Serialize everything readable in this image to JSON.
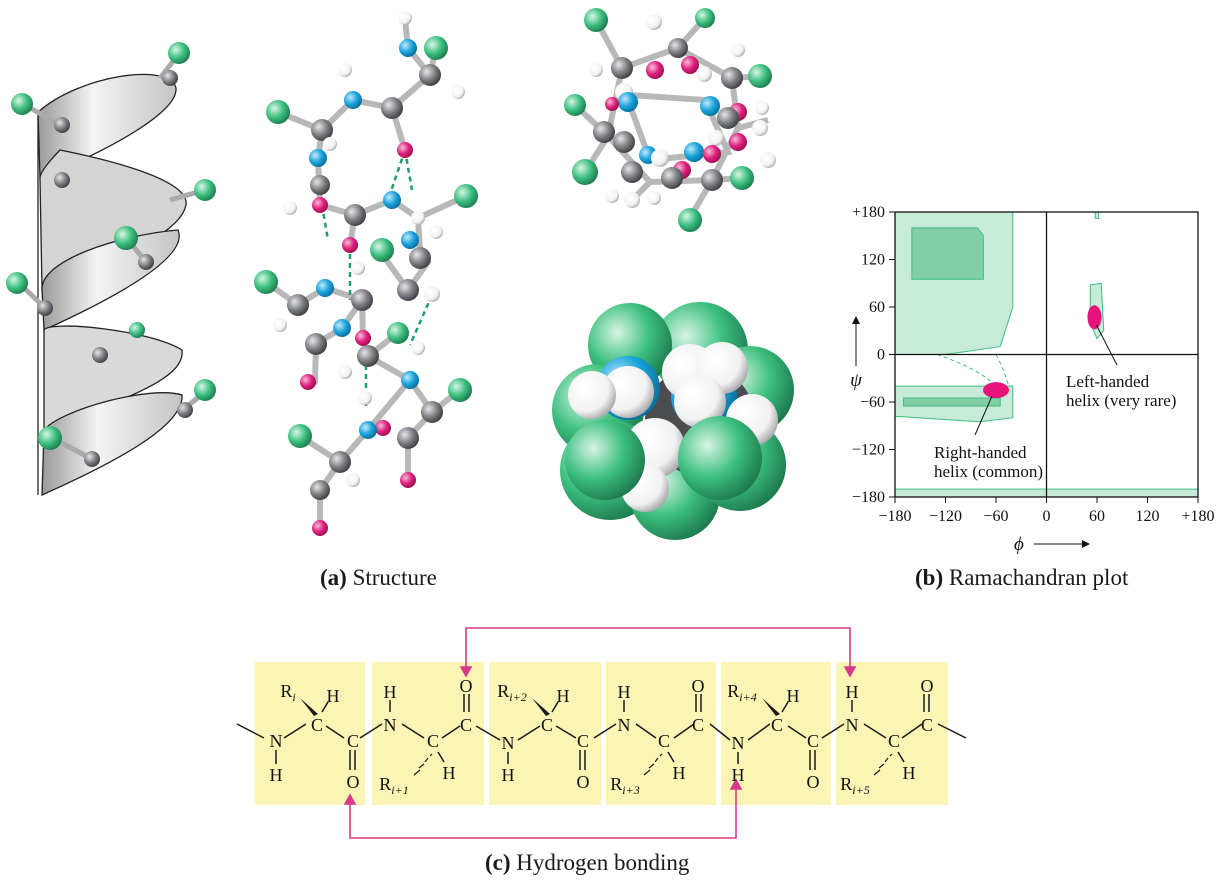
{
  "colors": {
    "carbon": "#7a7c80",
    "nitrogen": "#1aa3dc",
    "oxygen": "#e0207f",
    "hydrogen": "#ffffff",
    "side_chain": "#3cbf7f",
    "region_light": "#c8ead8",
    "region_dark": "#82cfa6",
    "helix_spot": "#e8127c",
    "unit_box": "#fbf5b5",
    "arrow": "#d63b8a"
  },
  "captions": {
    "a_letter": "(a)",
    "a_text": "Structure",
    "b_letter": "(b)",
    "b_text": "Ramachandran plot",
    "c_letter": "(c)",
    "c_text": "Hydrogen bonding"
  },
  "chart_data": {
    "type": "scatter",
    "title": "",
    "xlabel": "ϕ",
    "ylabel": "ψ",
    "xlim": [
      -180,
      180
    ],
    "ylim": [
      -180,
      180
    ],
    "x_ticks": [
      "−180",
      "−120",
      "−60",
      "0",
      "60",
      "120",
      "+180"
    ],
    "y_ticks": [
      "+180",
      "120",
      "60",
      "0",
      "−60",
      "−120",
      "−180"
    ],
    "points": [
      {
        "x": -60,
        "y": -45
      },
      {
        "x": 57,
        "y": 47
      }
    ],
    "annotations": [
      {
        "line1": "Right-handed",
        "line2": "helix (common)"
      },
      {
        "line1": "Left-handed",
        "line2": "helix (very rare)"
      }
    ]
  },
  "hbond": {
    "groups": [
      {
        "top": "Ri",
        "top_sub": "i",
        "h": "H",
        "n": "N",
        "nh": "H",
        "o": "O"
      },
      {
        "hn": "H",
        "n": "N",
        "o": "O",
        "bottom": "Ri+1",
        "bottom_sub": "i+1",
        "h": "H"
      },
      {
        "top": "Ri+2",
        "top_sub": "i+2",
        "h": "H",
        "n": "N",
        "nh": "H",
        "o": "O"
      },
      {
        "hn": "H",
        "n": "N",
        "o": "O",
        "bottom": "Ri+3",
        "bottom_sub": "i+3",
        "h": "H"
      },
      {
        "top": "Ri+4",
        "top_sub": "i+4",
        "h": "H",
        "n": "N",
        "nh": "H",
        "o": "O"
      },
      {
        "hn": "H",
        "n": "N",
        "o": "O",
        "bottom": "Ri+5",
        "bottom_sub": "i+5",
        "h": "H"
      }
    ],
    "atoms": {
      "C": "C",
      "N": "N",
      "O": "O",
      "H": "H",
      "R": "R"
    }
  }
}
